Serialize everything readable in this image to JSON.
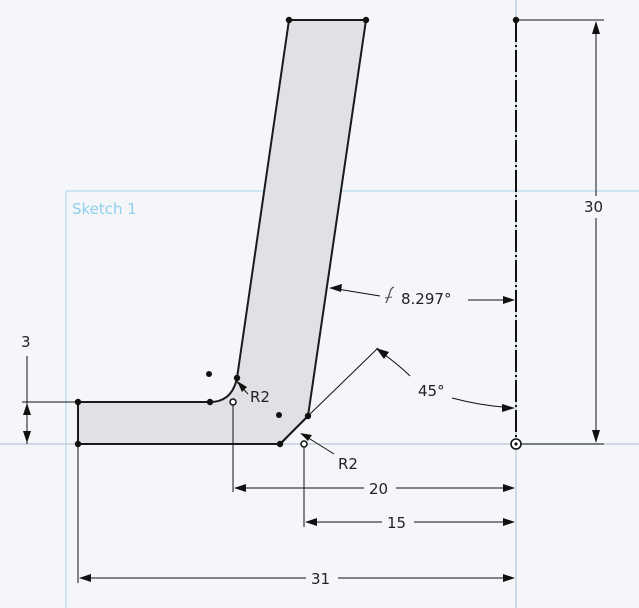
{
  "sketch": {
    "name": "Sketch 1"
  },
  "dimensions": {
    "height_total": "30",
    "foot_thickness": "3",
    "angle_lean": "8.297°",
    "angle_chamfer": "45°",
    "radius_inner": "R2",
    "radius_outer": "R2",
    "offset_20": "20",
    "offset_15": "15",
    "length_31": "31"
  },
  "icons": {
    "parallel_constraint": "parallel-constraint-icon",
    "origin": "origin-icon"
  },
  "colors": {
    "background": "#f4f6f9",
    "profile_fill": "#dfe1e4",
    "sketch_label": "#8fd0ec",
    "sketch_frame": "#a9d6ec"
  }
}
